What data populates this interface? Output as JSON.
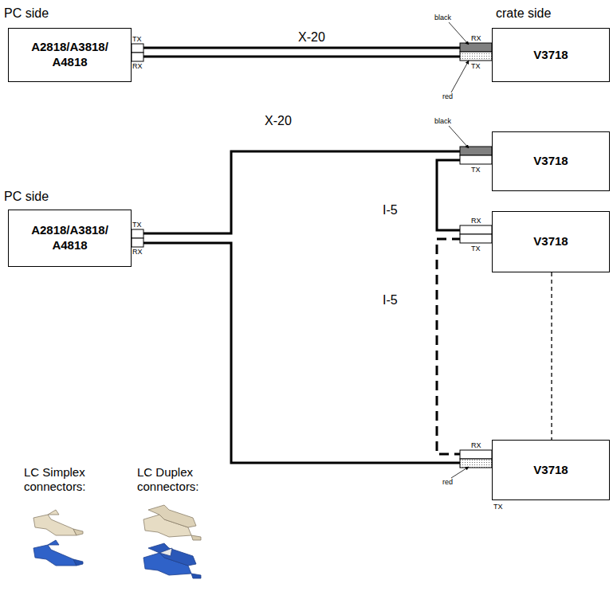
{
  "diagram": {
    "nodes": [
      {
        "text": [
          "A2818/A3818/ A4818"
        ]
      },
      {
        "text": [
          "V3718"
        ]
      },
      {
        "text": [
          "A2818/A3818/ A4818"
        ]
      },
      {
        "text": [
          "V3718"
        ]
      },
      {
        "text": [
          "V3718"
        ]
      },
      {
        "text": [
          "V3718"
        ]
      }
    ],
    "edges": [
      {
        "from": 0,
        "to": 1,
        "arrow": "none",
        "label": "X-20"
      },
      {
        "from": 2,
        "to": 3,
        "arrow": "none",
        "label": "X-20"
      },
      {
        "from": 2,
        "to": 5,
        "arrow": "none"
      },
      {
        "from": 3,
        "to": 4,
        "arrow": "none",
        "label": "I-5"
      },
      {
        "from": 4,
        "to": 5,
        "arrow": "none",
        "label": "I-5"
      }
    ],
    "labels": [
      "PC side",
      "crate side",
      "TX",
      "RX",
      "black",
      "RX",
      "TX",
      "red",
      "PC side",
      "TX",
      "RX",
      "black",
      "TX",
      "RX",
      "TX",
      "RX",
      "TX",
      "red",
      "LC Simplex connectors:",
      "LC Duplex connectors:"
    ]
  }
}
